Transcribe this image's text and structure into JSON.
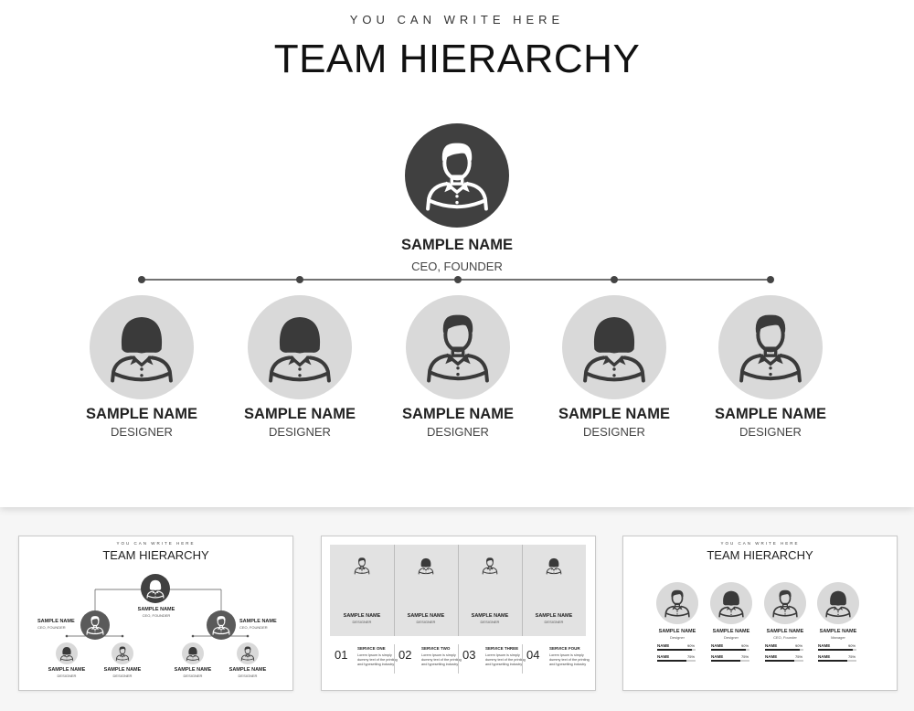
{
  "main": {
    "eyebrow": "YOU CAN WRITE HERE",
    "title": "TEAM HIERARCHY",
    "ceo": {
      "name": "SAMPLE NAME",
      "role": "CEO, FOUNDER"
    },
    "members": [
      {
        "name": "SAMPLE NAME",
        "role": "DESIGNER",
        "icon": "female"
      },
      {
        "name": "SAMPLE NAME",
        "role": "DESIGNER",
        "icon": "female"
      },
      {
        "name": "SAMPLE NAME",
        "role": "DESIGNER",
        "icon": "male"
      },
      {
        "name": "SAMPLE NAME",
        "role": "DESIGNER",
        "icon": "female"
      },
      {
        "name": "SAMPLE NAME",
        "role": "DESIGNER",
        "icon": "male"
      }
    ]
  },
  "thumb1": {
    "eyebrow": "YOU CAN WRITE HERE",
    "title": "TEAM HIERARCHY",
    "top": {
      "name": "SAMPLE NAME",
      "role": "CEO, FOUNDER"
    },
    "mid_left": {
      "name": "SAMPLE NAME",
      "role": "CEO, FOUNDER"
    },
    "mid_right": {
      "name": "SAMPLE NAME",
      "role": "CEO, FOUNDER"
    },
    "bottom": [
      {
        "name": "SAMPLE NAME",
        "role": "DESIGNER"
      },
      {
        "name": "SAMPLE NAME",
        "role": "DESIGNER"
      },
      {
        "name": "SAMPLE NAME",
        "role": "DESIGNER"
      },
      {
        "name": "SAMPLE NAME",
        "role": "DESIGNER"
      }
    ]
  },
  "thumb2": {
    "cards": [
      {
        "name": "SAMPLE NAME",
        "role": "DESIGNER",
        "num": "01",
        "service": "SERVICE ONE",
        "desc": [
          "Lorem Ipsum is simply",
          "dummy text of the printing",
          "and typesetting industry"
        ]
      },
      {
        "name": "SAMPLE NAME",
        "role": "DESIGNER",
        "num": "02",
        "service": "SERVICE TWO",
        "desc": [
          "Lorem Ipsum is simply",
          "dummy text of the printing",
          "and typesetting industry"
        ]
      },
      {
        "name": "SAMPLE NAME",
        "role": "DESIGNER",
        "num": "03",
        "service": "SERVICE THREE",
        "desc": [
          "Lorem Ipsum is simply",
          "dummy text of the printing",
          "and typesetting industry"
        ]
      },
      {
        "name": "SAMPLE NAME",
        "role": "DESIGNER",
        "num": "04",
        "service": "SERVICE FOUR",
        "desc": [
          "Lorem Ipsum is simply",
          "dummy text of the printing",
          "and typesetting industry"
        ]
      }
    ]
  },
  "thumb3": {
    "eyebrow": "YOU CAN WRITE HERE",
    "title": "TEAM HIERARCHY",
    "people": [
      {
        "name": "SAMPLE NAME",
        "role": "Designer",
        "bars": [
          {
            "label": "NAME",
            "pct_text": "90%",
            "value": 0.9
          },
          {
            "label": "NAME",
            "pct_text": "75%",
            "value": 0.75
          }
        ]
      },
      {
        "name": "SAMPLE NAME",
        "role": "Designer",
        "bars": [
          {
            "label": "NAME",
            "pct_text": "90%",
            "value": 0.9
          },
          {
            "label": "NAME",
            "pct_text": "75%",
            "value": 0.75
          }
        ]
      },
      {
        "name": "SAMPLE NAME",
        "role": "CEO, Founder",
        "bars": [
          {
            "label": "NAME",
            "pct_text": "90%",
            "value": 0.9
          },
          {
            "label": "NAME",
            "pct_text": "75%",
            "value": 0.75
          }
        ]
      },
      {
        "name": "SAMPLE NAME",
        "role": "Manager",
        "bars": [
          {
            "label": "NAME",
            "pct_text": "90%",
            "value": 0.9
          },
          {
            "label": "NAME",
            "pct_text": "75%",
            "value": 0.75
          }
        ]
      }
    ]
  },
  "colors": {
    "dark_circle": "#404040",
    "light_circle": "#d9d9d9",
    "icon_dark": "#3a3a3a",
    "line": "#444444"
  }
}
